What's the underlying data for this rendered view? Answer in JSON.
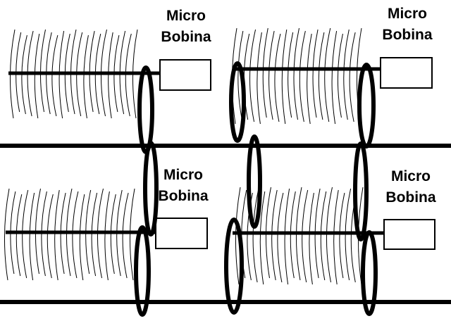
{
  "colors": {
    "background": "#ffffff",
    "ink": "#000000"
  },
  "diagram": {
    "cells": [
      {
        "label_line1": "Micro",
        "label_line2": "Bobina"
      },
      {
        "label_line1": "Micro",
        "label_line2": "Bobina"
      },
      {
        "label_line1": "Micro",
        "label_line2": "Bobina"
      },
      {
        "label_line1": "Micro",
        "label_line2": "Bobina"
      }
    ]
  }
}
